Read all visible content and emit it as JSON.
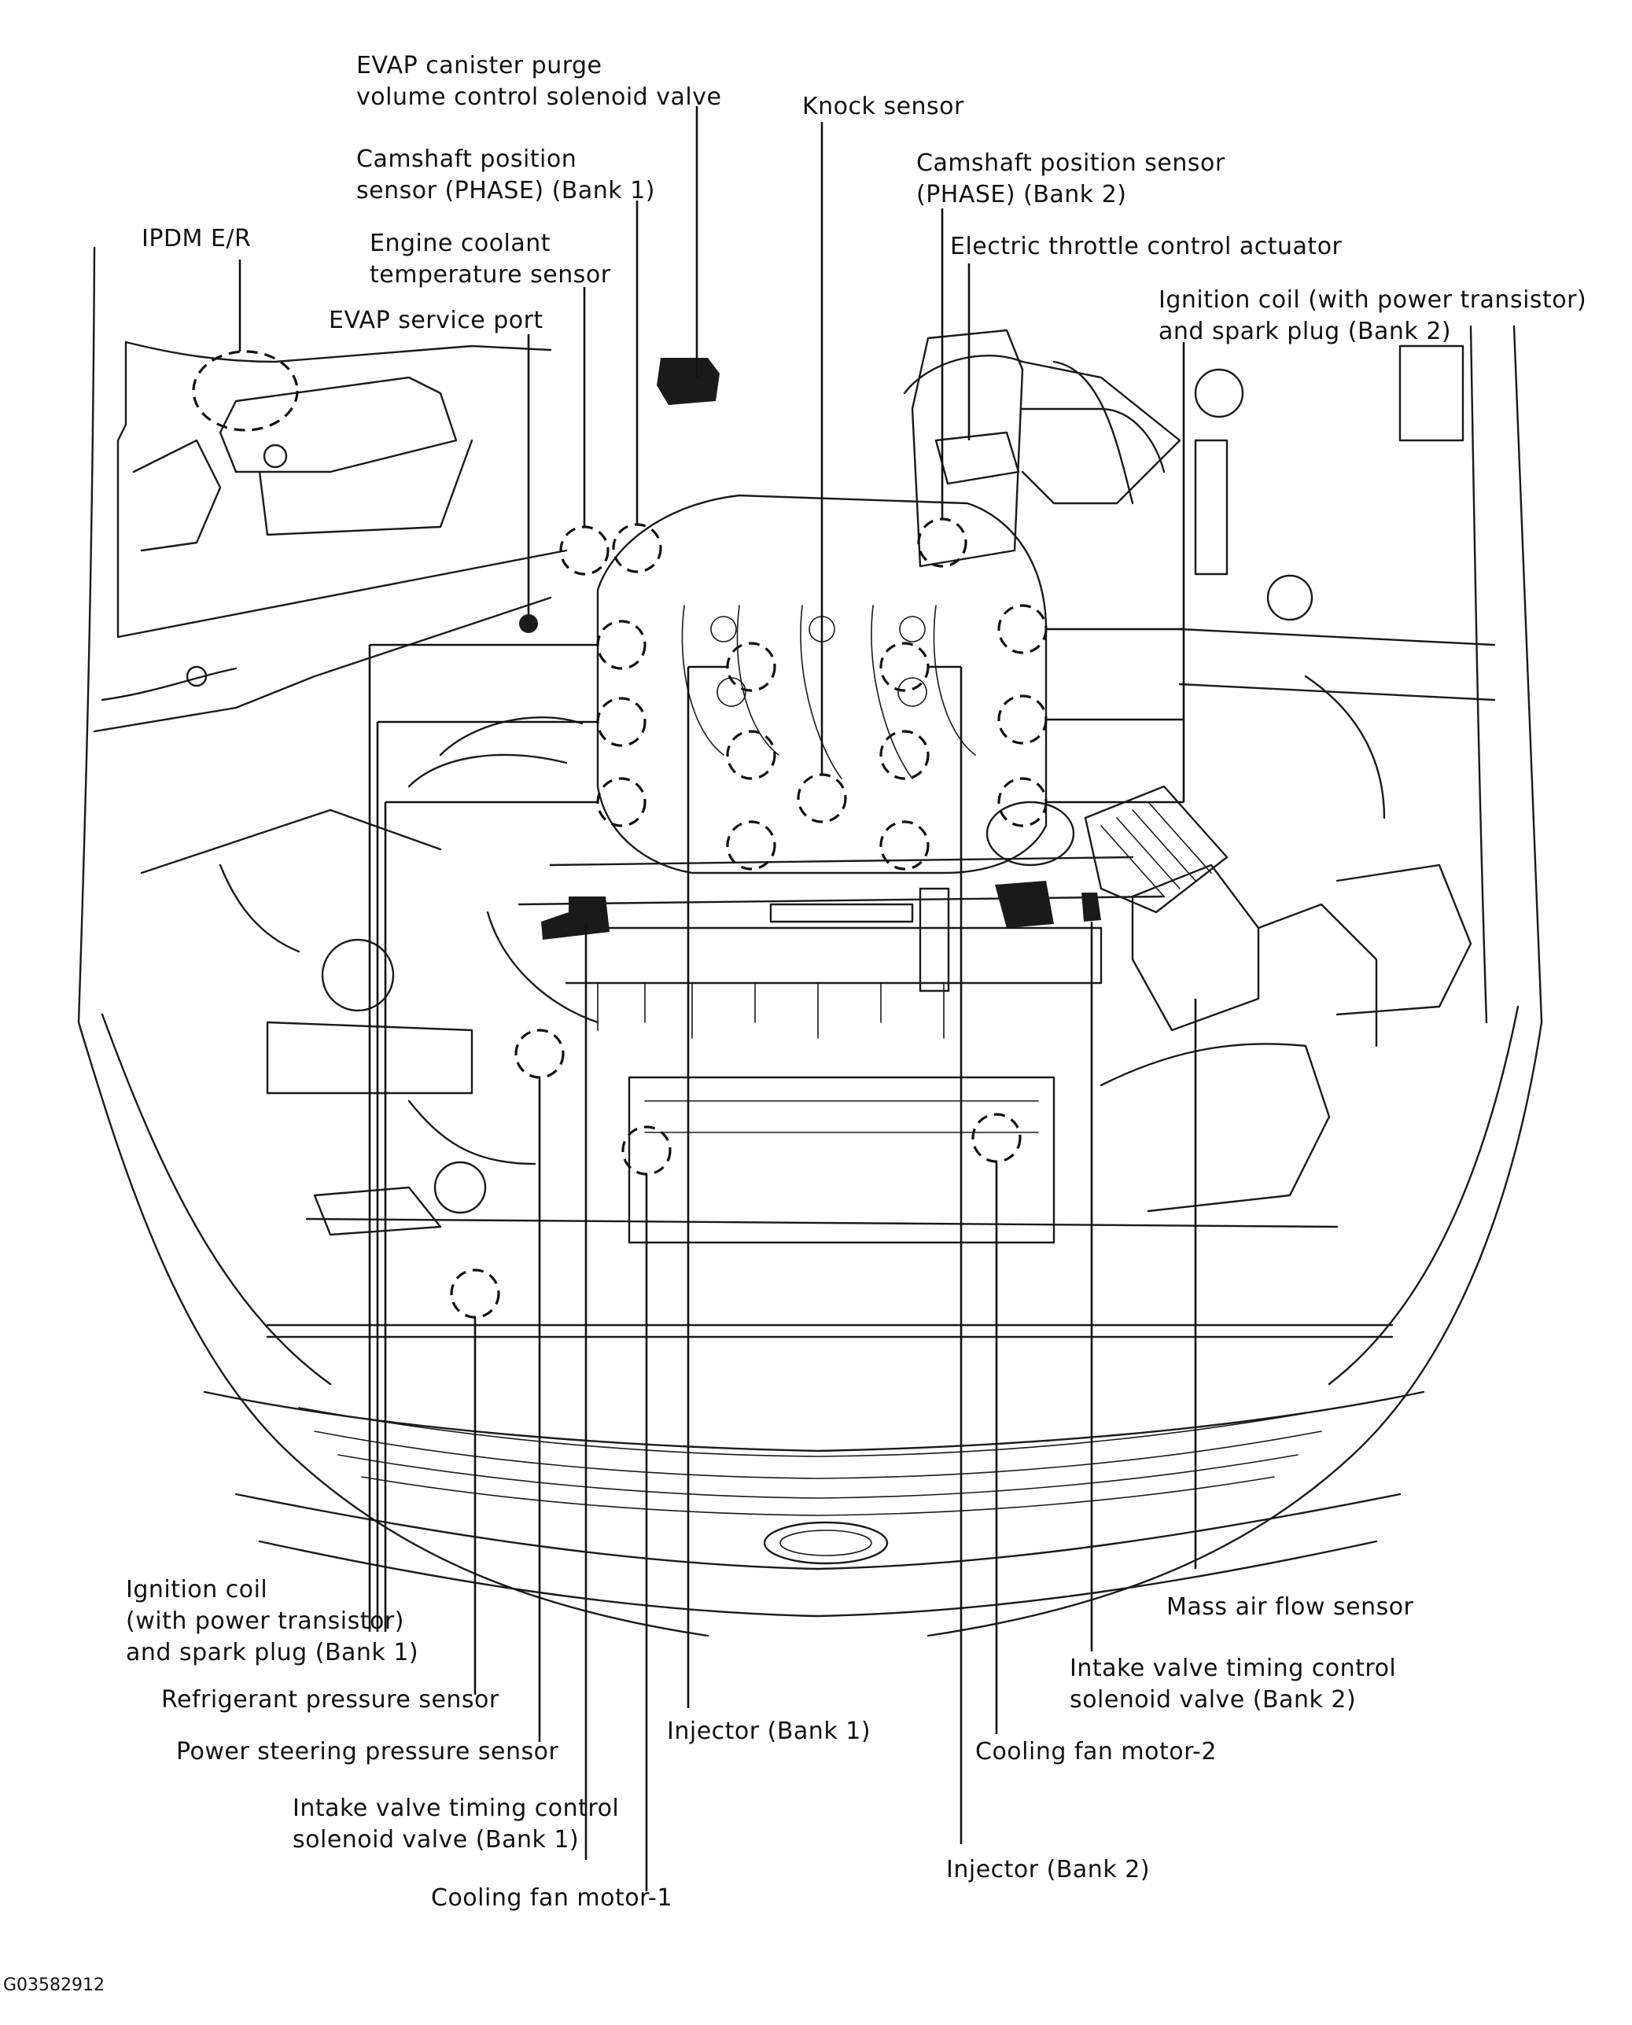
{
  "figure_id": "G03582912",
  "labels": {
    "evap_purge": "EVAP canister purge\nvolume control solenoid valve",
    "knock": "Knock sensor",
    "cam_b1": "Camshaft position\nsensor (PHASE) (Bank 1)",
    "cam_b2": "Camshaft position sensor\n(PHASE) (Bank 2)",
    "ipdm": "IPDM E/R",
    "coolant_temp": "Engine coolant\ntemperature sensor",
    "throttle": "Electric throttle control actuator",
    "ign_b2": "Ignition coil (with power transistor)\nand spark plug (Bank 2)",
    "evap_port": "EVAP service port",
    "ign_b1": "Ignition coil\n(with power transistor)\nand spark plug (Bank 1)",
    "refrigerant": "Refrigerant pressure sensor",
    "ps_pressure": "Power steering pressure sensor",
    "ivt_b1": "Intake valve timing control\nsolenoid valve (Bank 1)",
    "fan1": "Cooling fan motor-1",
    "inj_b1": "Injector (Bank 1)",
    "fan2": "Cooling fan motor-2",
    "inj_b2": "Injector (Bank 2)",
    "ivt_b2": "Intake valve timing control\nsolenoid valve (Bank 2)",
    "maf": "Mass air flow sensor"
  }
}
